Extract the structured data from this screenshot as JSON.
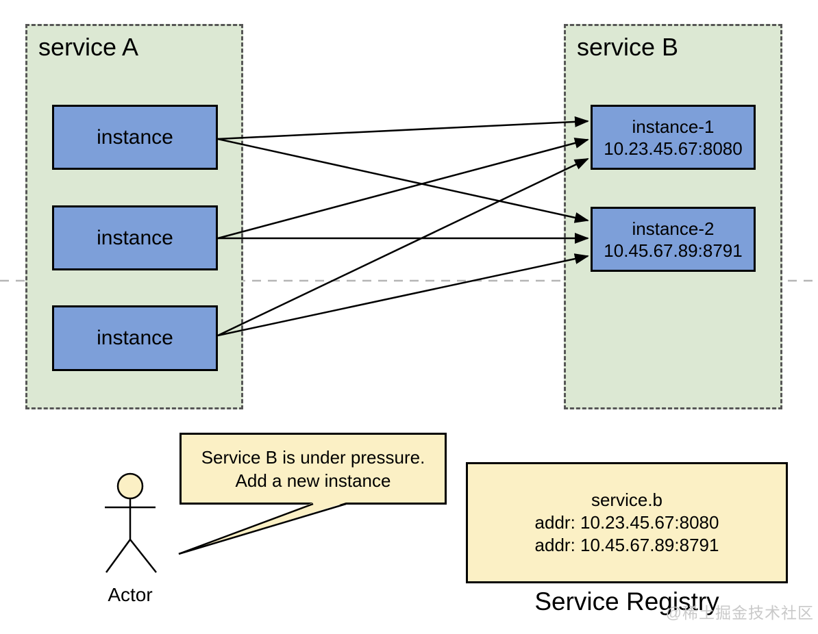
{
  "service_a": {
    "title": "service A",
    "instances": [
      "instance",
      "instance",
      "instance"
    ]
  },
  "service_b": {
    "title": "service B",
    "instances": [
      {
        "name": "instance-1",
        "addr": "10.23.45.67:8080"
      },
      {
        "name": "instance-2",
        "addr": "10.45.67.89:8791"
      }
    ]
  },
  "actor": {
    "label": "Actor"
  },
  "speech_bubble": {
    "line1": "Service B is under pressure.",
    "line2": "Add a new instance"
  },
  "registry": {
    "service_name": "service.b",
    "addresses": [
      "addr: 10.23.45.67:8080",
      "addr: 10.45.67.89:8791"
    ],
    "title": "Service Registry"
  },
  "watermark": "@稀土掘金技术社区",
  "colors": {
    "group_fill": "#dce8d3",
    "group_border": "#565656",
    "instance_fill": "#7d9fd9",
    "note_fill": "#fbf0c5",
    "divider": "#b5b5b5",
    "arrow": "#000000"
  }
}
